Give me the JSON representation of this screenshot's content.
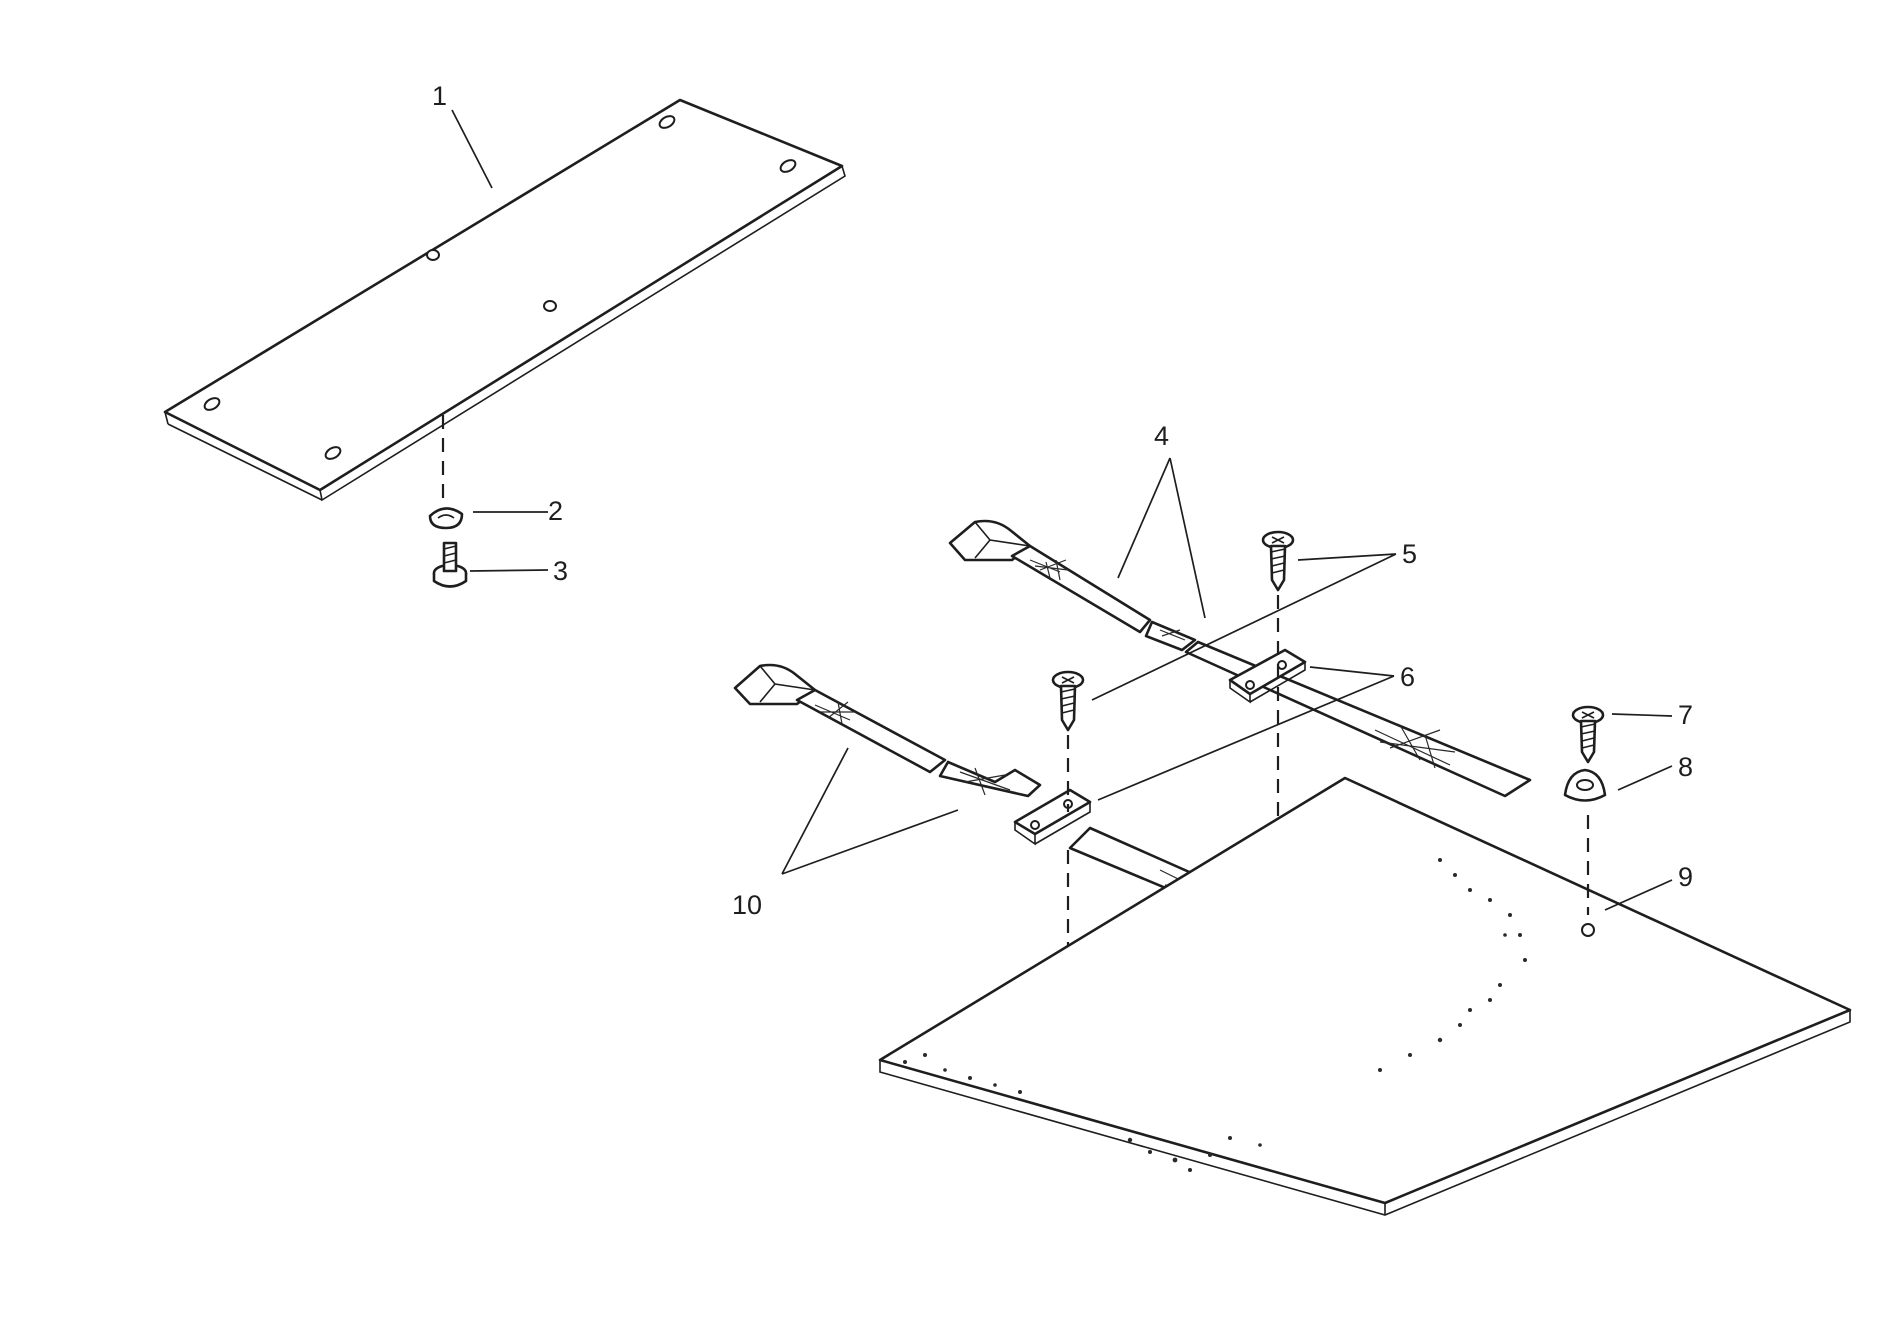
{
  "callouts": {
    "c1": "1",
    "c2": "2",
    "c3": "3",
    "c4": "4",
    "c5": "5",
    "c6": "6",
    "c7": "7",
    "c8": "8",
    "c9": "9",
    "c10": "10"
  },
  "colors": {
    "line": "#1e1e1e",
    "background": "#ffffff"
  }
}
